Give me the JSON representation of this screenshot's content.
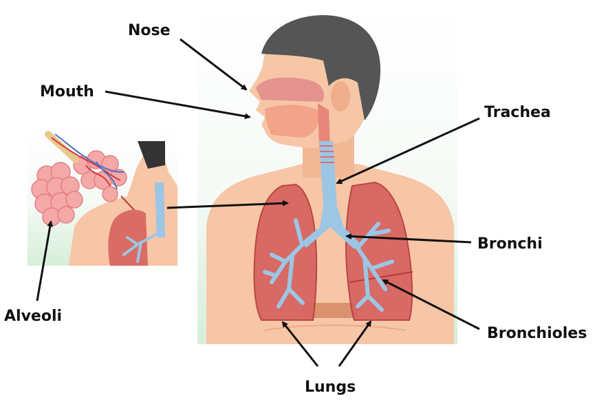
{
  "labels": {
    "nose": "Nose",
    "mouth": "Mouth",
    "trachea": "Trachea",
    "bronchi": "Bronchi",
    "bronchioles": "Bronchioles",
    "alveoli": "Alveoli",
    "lungs": "Lungs"
  },
  "colors": {
    "skin": "#f6c6a6",
    "skin_shadow": "#e9ab88",
    "hair": "#555555",
    "lung": "#d7625f",
    "lung_outline": "#b53b3a",
    "airway": "#9cc6e4",
    "alveoli": "#f5a8a8",
    "background_green": "#d9efdc",
    "arrow": "#111111"
  },
  "icons": [
    "arrow-pointer-icon"
  ]
}
